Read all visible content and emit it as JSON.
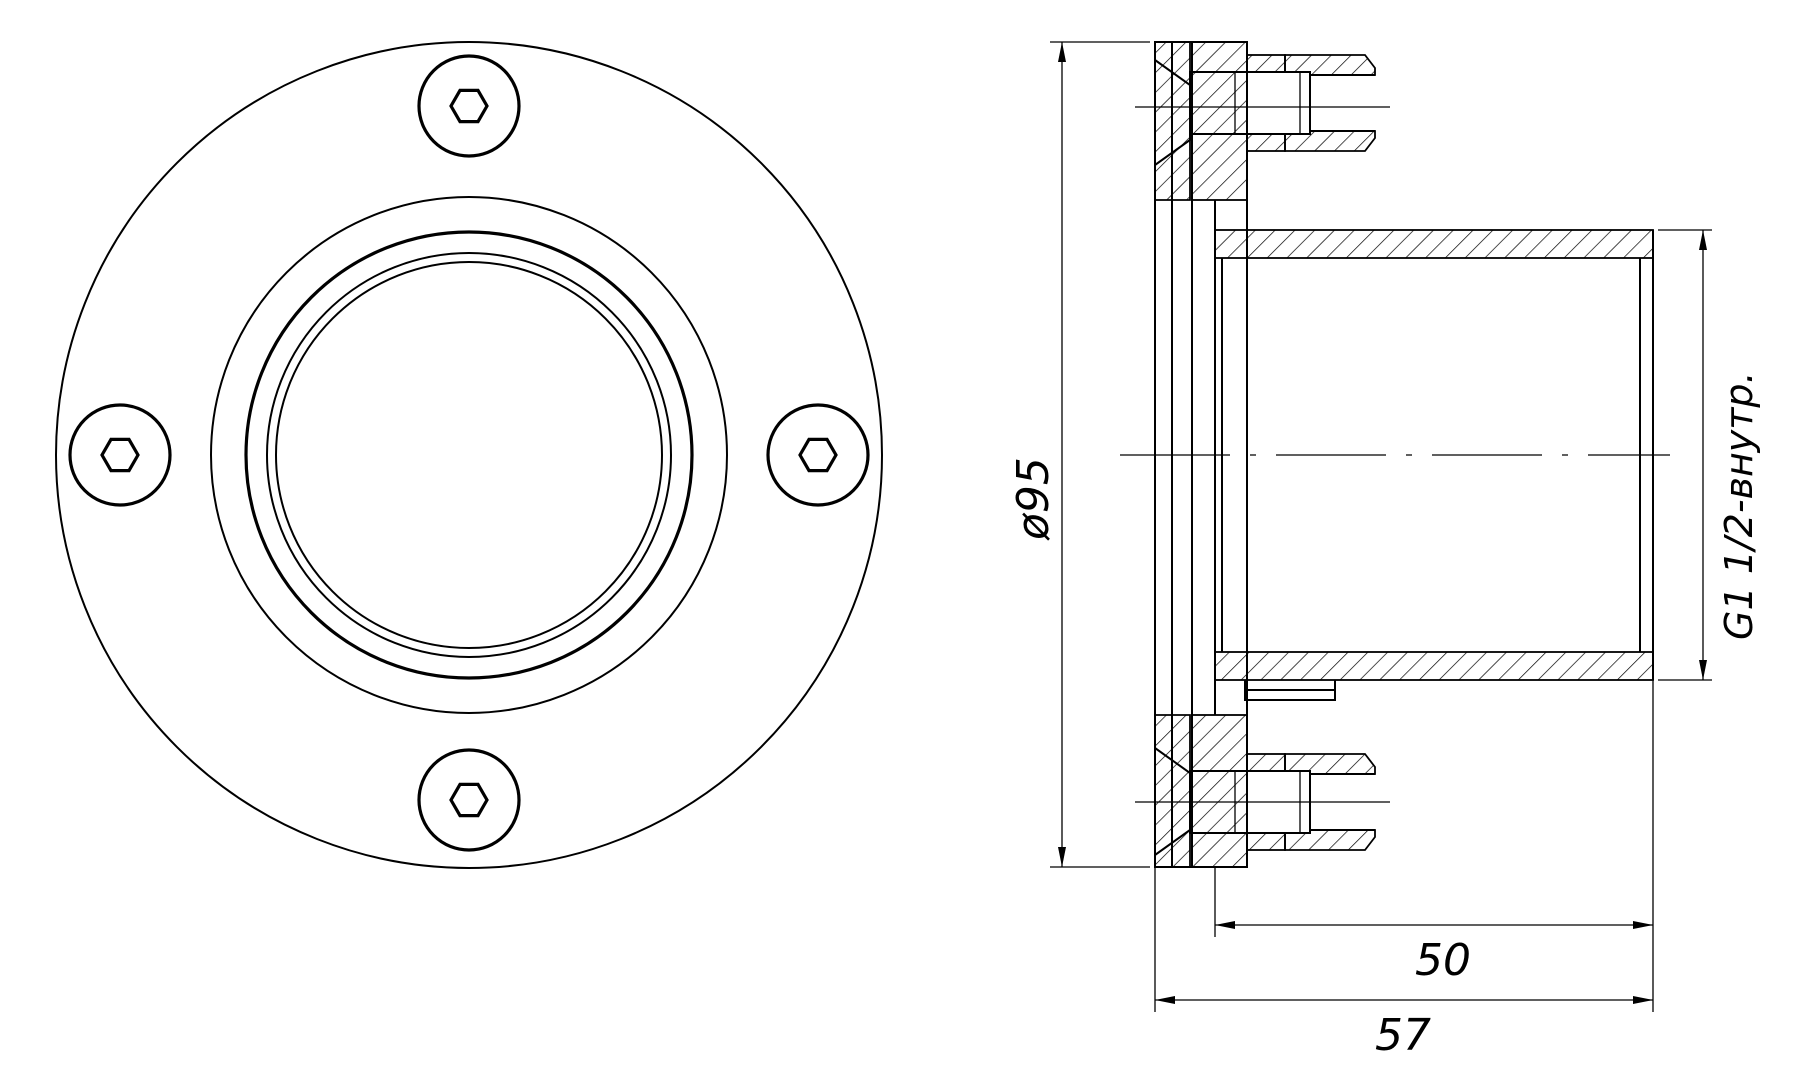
{
  "dimensions": {
    "diameter": "ø95",
    "thread": "G1 1/2-внутр.",
    "inner_length": "50",
    "overall_length": "57"
  },
  "colors": {
    "line": "#000000",
    "background": "#ffffff"
  }
}
